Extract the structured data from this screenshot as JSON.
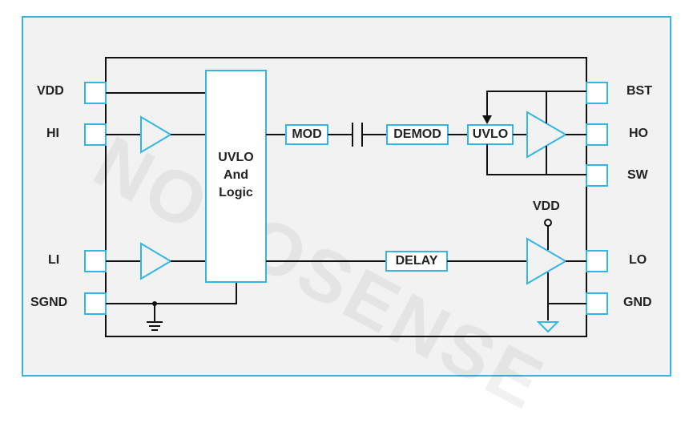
{
  "diagram": {
    "left_pins": [
      "VDD",
      "HI",
      "LI",
      "SGND"
    ],
    "right_pins": [
      "BST",
      "HO",
      "SW",
      "LO",
      "GND"
    ],
    "logic_block": "UVLO\nAnd\nLogic",
    "mod": "MOD",
    "demod": "DEMOD",
    "uvlo": "UVLO",
    "delay": "DELAY",
    "vdd_rail": "VDD",
    "watermark": "NOVOSENSE",
    "colors": {
      "accent": "#33b5e5",
      "line": "#111111",
      "background": "#f2f2f2"
    }
  }
}
